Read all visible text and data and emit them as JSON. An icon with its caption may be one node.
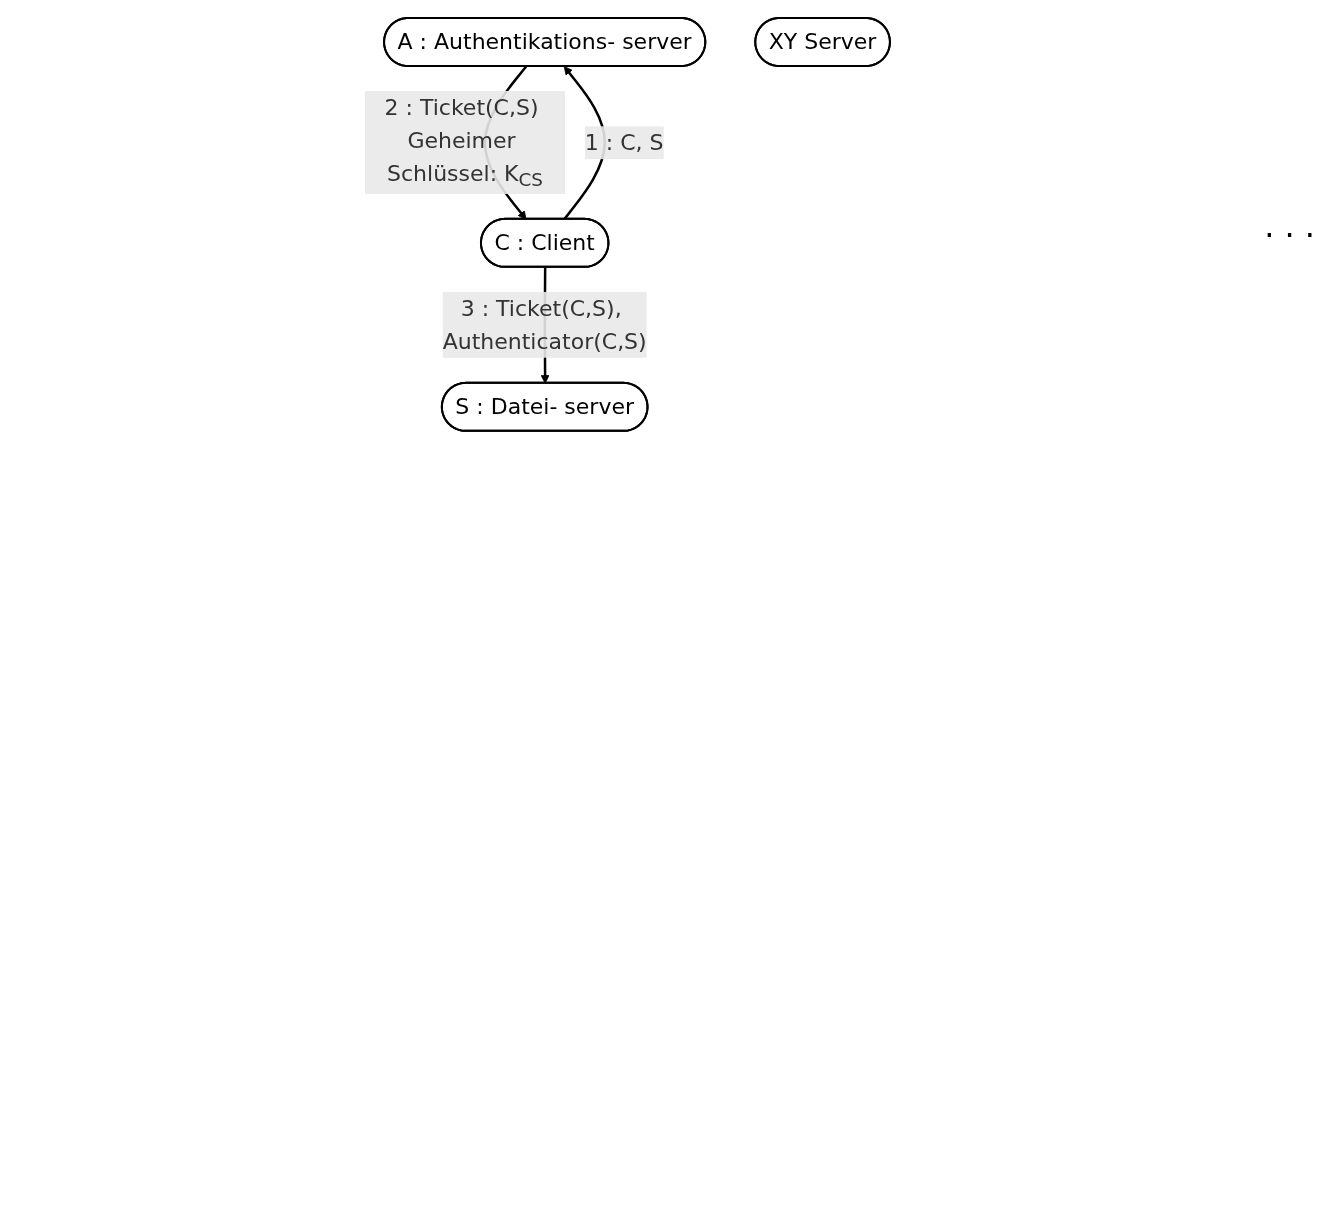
{
  "diagram": {
    "nodes": [
      {
        "text": [
          "A : Authentikations- server"
        ]
      },
      {
        "text": [
          "C : Client"
        ]
      },
      {
        "text": [
          "S : Datei- server"
        ]
      },
      {
        "text": [
          "XY Server"
        ]
      }
    ],
    "edges": [
      {
        "from": 1,
        "to": 0,
        "arrow": "to",
        "label": "1 : C, S"
      },
      {
        "from": 0,
        "to": 1,
        "arrow": "to",
        "label": "2 : Ticket(C,S) Geheimer Schlüssel: K$_{CS}$"
      },
      {
        "from": 1,
        "to": 2,
        "arrow": "to",
        "label": "3 : Ticket(C,S), Authenticator(C,S)"
      }
    ],
    "labels": [
      ". . ."
    ]
  }
}
